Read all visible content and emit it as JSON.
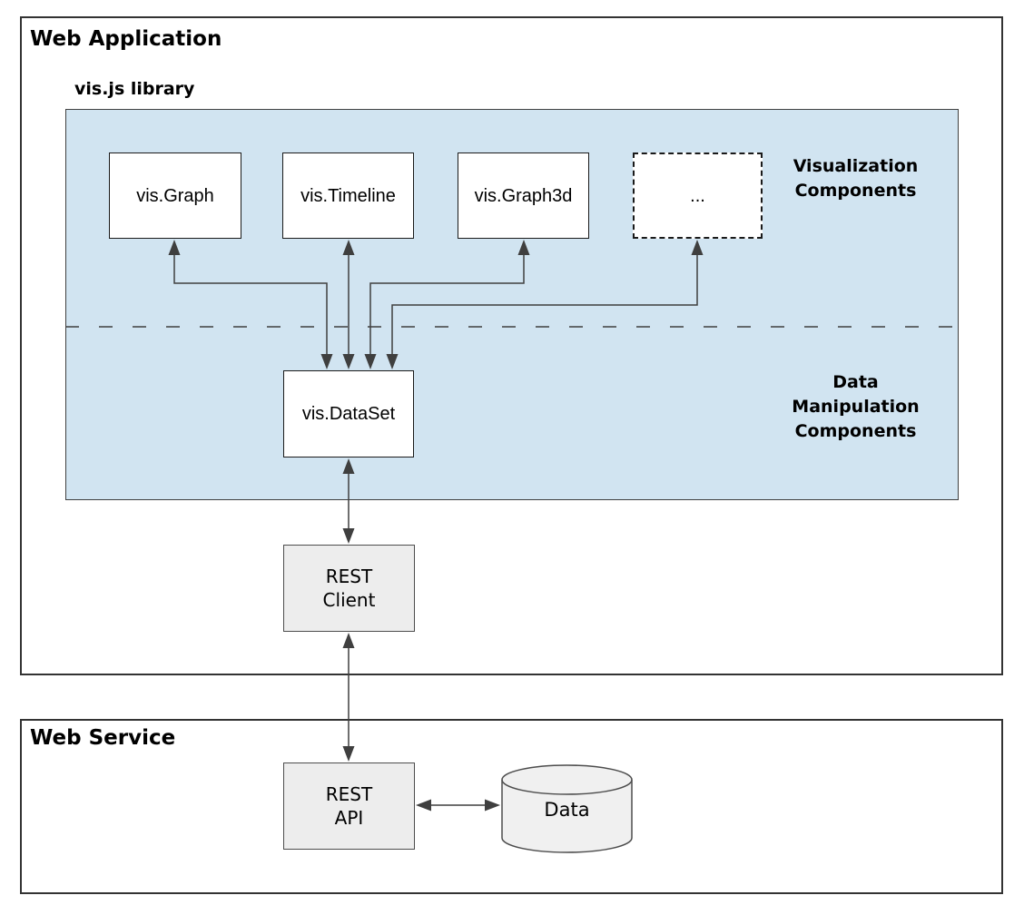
{
  "diagram": {
    "web_application": {
      "title": "Web Application",
      "visjs_library": {
        "title": "vis.js library",
        "visualization_components_label": "Visualization\nComponents",
        "data_manipulation_label": "Data\nManipulation\nComponents",
        "components": [
          {
            "label": "vis.Graph"
          },
          {
            "label": "vis.Timeline"
          },
          {
            "label": "vis.Graph3d"
          },
          {
            "label": "..."
          }
        ],
        "dataset": {
          "label": "vis.DataSet"
        }
      },
      "rest_client": {
        "label": "REST\nClient"
      }
    },
    "web_service": {
      "title": "Web Service",
      "rest_api": {
        "label": "REST\nAPI"
      },
      "data_store": {
        "label": "Data"
      }
    },
    "colors": {
      "panel_fill": "#d1e4f1",
      "panel_stroke": "#404040",
      "node_fill": "#ffffff",
      "node_stroke": "#1a1a1a",
      "gray_fill": "#ededed",
      "gray_stroke": "#4d4d4d",
      "arrow": "#3f3f3f"
    }
  }
}
